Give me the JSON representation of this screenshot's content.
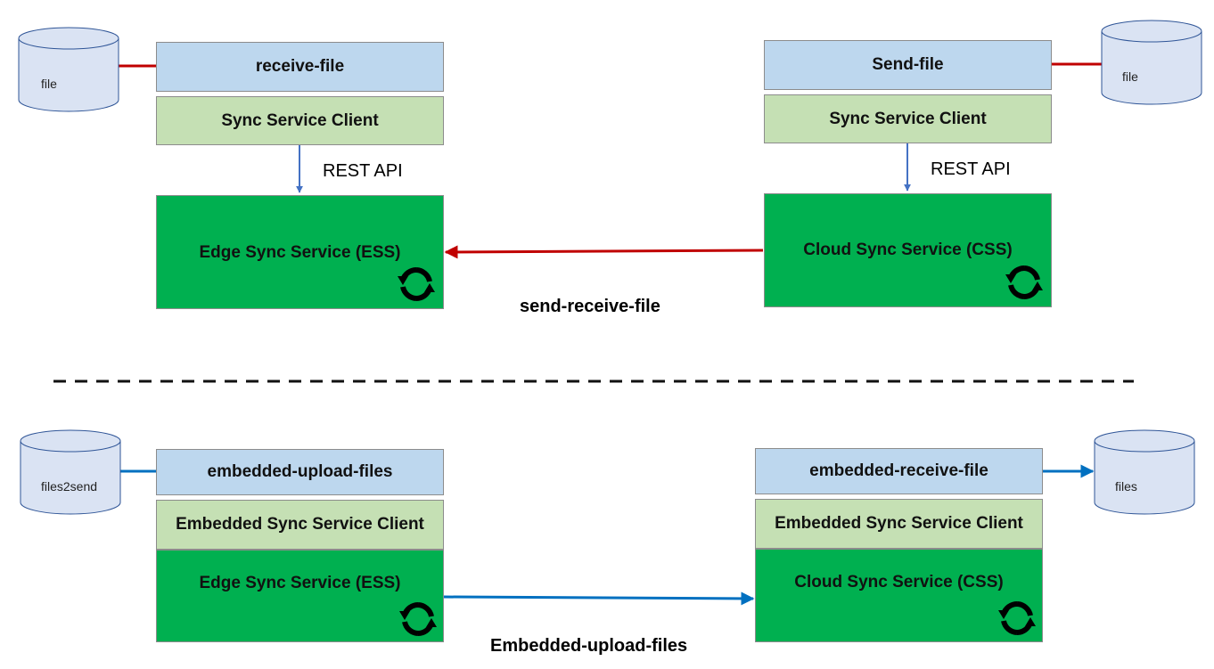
{
  "top": {
    "left": {
      "app_label": "receive-file",
      "client_label": "Sync Service Client",
      "api_label": "REST API",
      "service_label": "Edge Sync Service (ESS)",
      "storage_label": "file"
    },
    "right": {
      "app_label": "Send-file",
      "client_label": "Sync Service Client",
      "api_label": "REST API",
      "service_label": "Cloud Sync Service (CSS)",
      "storage_label": "file"
    },
    "caption": "send-receive-file"
  },
  "bottom": {
    "left": {
      "app_label": "embedded-upload-files",
      "client_label": "Embedded Sync Service Client",
      "service_label": "Edge Sync Service (ESS)",
      "storage_label": "files2send"
    },
    "right": {
      "app_label": "embedded-receive-file",
      "client_label": "Embedded Sync Service Client",
      "service_label": "Cloud Sync Service (CSS)",
      "storage_label": "files"
    },
    "caption": "Embedded-upload-files"
  },
  "icons": {
    "storage": "database-cylinder-icon",
    "sync": "sync-arrows-icon"
  },
  "colors": {
    "app_box": "#bdd7ee",
    "client_box": "#c5e0b4",
    "service_box": "#00b050",
    "cylinder_fill": "#dae3f3",
    "red_arrow": "#c00000",
    "blue_arrow": "#0070c0",
    "rest_arrow": "#4472c4"
  }
}
